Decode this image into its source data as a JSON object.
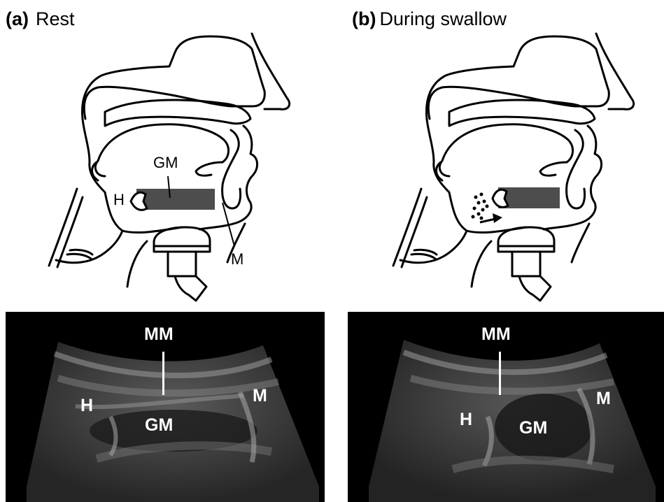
{
  "panels": [
    {
      "tag": "(a)",
      "title": "Rest",
      "diagram_labels": {
        "gm": "GM",
        "h": "H",
        "m": "M"
      },
      "ultrasound_labels": {
        "mm": "MM",
        "h": "H",
        "gm": "GM",
        "m": "M"
      }
    },
    {
      "tag": "(b)",
      "title": "During swallow",
      "ultrasound_labels": {
        "mm": "MM",
        "h": "H",
        "gm": "GM",
        "m": "M"
      }
    }
  ],
  "colors": {
    "muscle_band": "#4d4d4d",
    "ultrasound_bg": "#000000",
    "label": "#ffffff"
  }
}
